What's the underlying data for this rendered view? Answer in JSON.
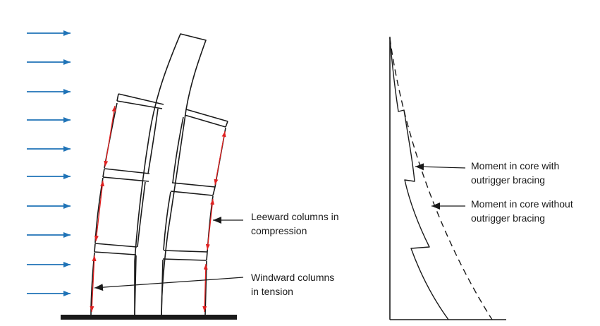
{
  "colors": {
    "wind_arrow": "#1f73b7",
    "column_force_arrow": "#e02020",
    "structure": "#1a1a1a",
    "ground": "#1a1a1a",
    "background": "#ffffff"
  },
  "wind": {
    "arrow_count": 10,
    "direction": "left-to-right"
  },
  "building": {
    "core": "central-core",
    "outrigger_levels": 3,
    "deflection": "leaning-right"
  },
  "annotations": {
    "leeward": {
      "line1": "Leeward columns in",
      "line2": "compression"
    },
    "windward": {
      "line1": "Windward columns",
      "line2": "in tension"
    },
    "moment_with": {
      "line1": "Moment in core with",
      "line2": "outrigger bracing"
    },
    "moment_without": {
      "line1": "Moment in core without",
      "line2": "outrigger bracing"
    }
  },
  "moment_diagram": {
    "with_outrigger": {
      "style": "solid",
      "steps": 3
    },
    "without_outrigger": {
      "style": "dashed"
    }
  }
}
